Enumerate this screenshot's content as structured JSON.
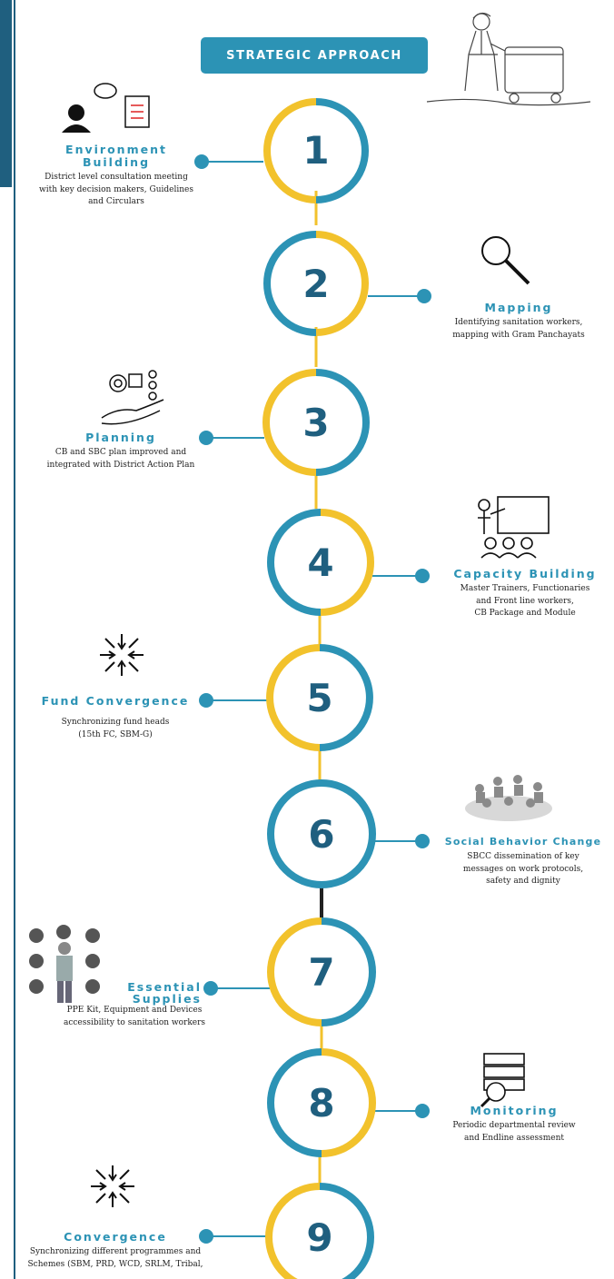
{
  "header": {
    "title": "STRATEGIC APPROACH"
  },
  "colors": {
    "accent_blue": "#2c93b5",
    "accent_yellow": "#f2c22c",
    "frame": "#1f5f7f"
  },
  "steps": [
    {
      "number": "1",
      "title_lines": [
        "Environment",
        "Building"
      ],
      "desc_lines": [
        "District level consultation meeting",
        "with key decision makers, Guidelines",
        "and Circulars"
      ],
      "icon": "person-document-icon"
    },
    {
      "number": "2",
      "title_lines": [
        "Mapping"
      ],
      "desc_lines": [
        "Identifying sanitation workers,",
        "mapping with Gram Panchayats"
      ],
      "icon": "magnifier-icon"
    },
    {
      "number": "3",
      "title_lines": [
        "Planning"
      ],
      "desc_lines": [
        "CB and SBC plan improved and",
        "integrated with District Action Plan"
      ],
      "icon": "gear-hand-icon"
    },
    {
      "number": "4",
      "title_lines": [
        "Capacity Building"
      ],
      "desc_lines": [
        "Master Trainers, Functionaries",
        "and Front line workers,",
        "CB Package and Module"
      ],
      "icon": "training-icon"
    },
    {
      "number": "5",
      "title_lines": [
        "Fund Convergence"
      ],
      "desc_lines": [
        "Synchronizing fund heads",
        "(15th FC, SBM-G)"
      ],
      "icon": "convergence-arrows-icon"
    },
    {
      "number": "6",
      "title_lines": [
        "Social Behavior Change"
      ],
      "desc_lines": [
        "SBCC dissemination of key",
        "messages on work protocols,",
        "safety and dignity"
      ],
      "icon": "community-meeting-icon"
    },
    {
      "number": "7",
      "title_lines": [
        "Essential",
        "Supplies"
      ],
      "desc_lines": [
        "PPE Kit, Equipment and Devices",
        "accessibility to sanitation workers"
      ],
      "icon": "ppe-kit-icon"
    },
    {
      "number": "8",
      "title_lines": [
        "Monitoring"
      ],
      "desc_lines": [
        "Periodic departmental review",
        "and Endline assessment"
      ],
      "icon": "server-search-icon"
    },
    {
      "number": "9",
      "title_lines": [
        "Convergence"
      ],
      "desc_lines": [
        "Synchronizing different programmes and",
        "Schemes (SBM, PRD, WCD, SRLM, Tribal,"
      ],
      "icon": "convergence-arrows-icon"
    }
  ]
}
